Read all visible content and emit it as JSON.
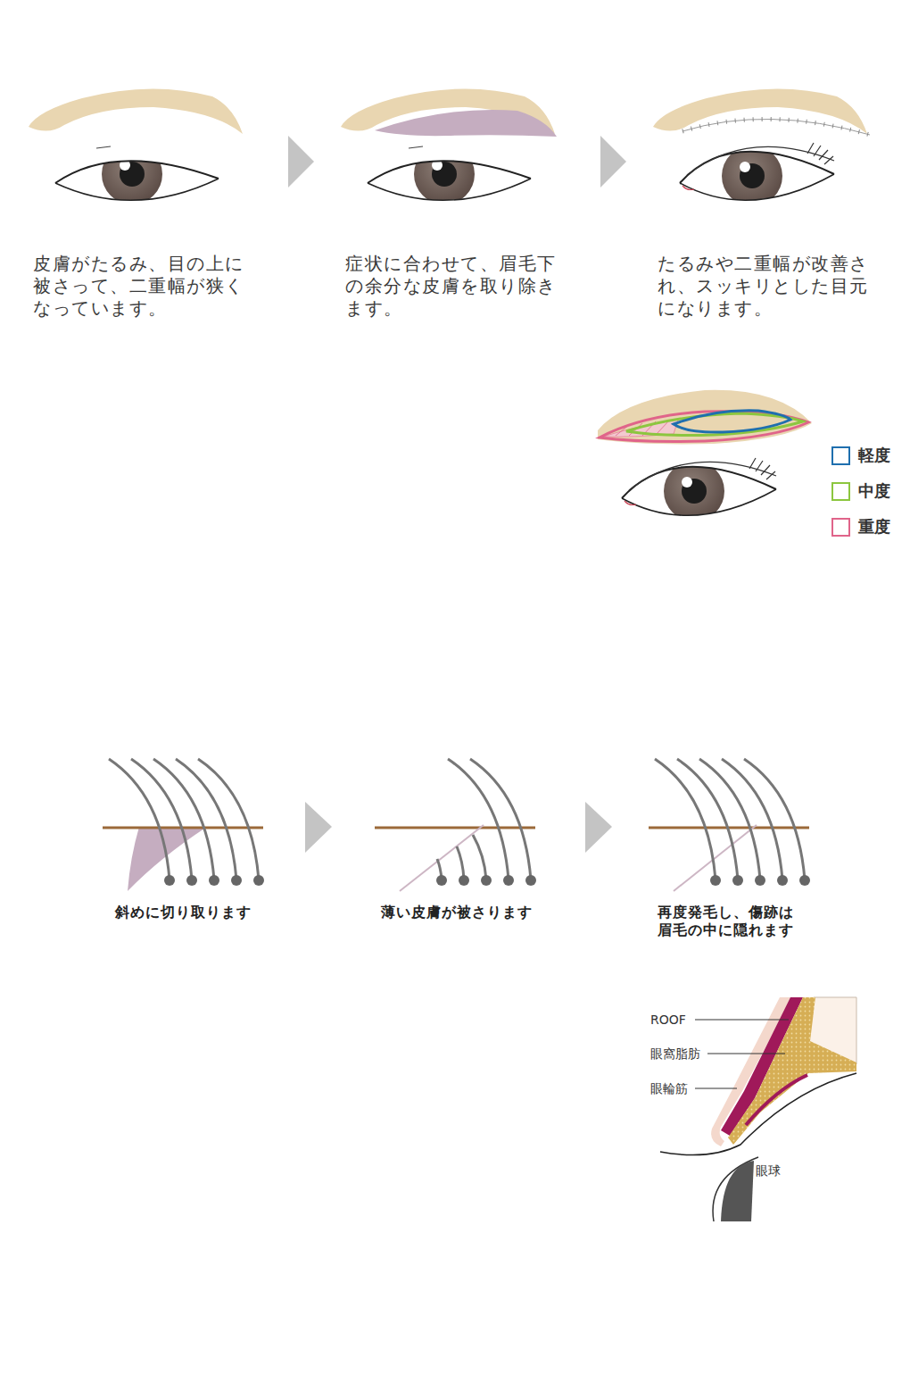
{
  "diagram": {
    "labels": [
      "皮膚がたるみ、目の上に 被さって、二重幅が狭く なっています。",
      "症状に合わせて、眉毛下 の余分な皮膚を取り除き ます。",
      "たるみや二重幅が改善さ れ、スッキリとした目元 になります。",
      "斜めに切り取ります",
      "薄い皮膚が被さります",
      "再度発毛し、傷跡は 眉毛の中に隠れます",
      "ROOF",
      "眼窩脂肪",
      "眼輪筋",
      "眼球"
    ],
    "legend": [
      {
        "text": "軽度",
        "color": "#1f6fae"
      },
      {
        "text": "中度",
        "color": "#8cc63f"
      },
      {
        "text": "重度",
        "color": "#e0648a"
      }
    ]
  }
}
